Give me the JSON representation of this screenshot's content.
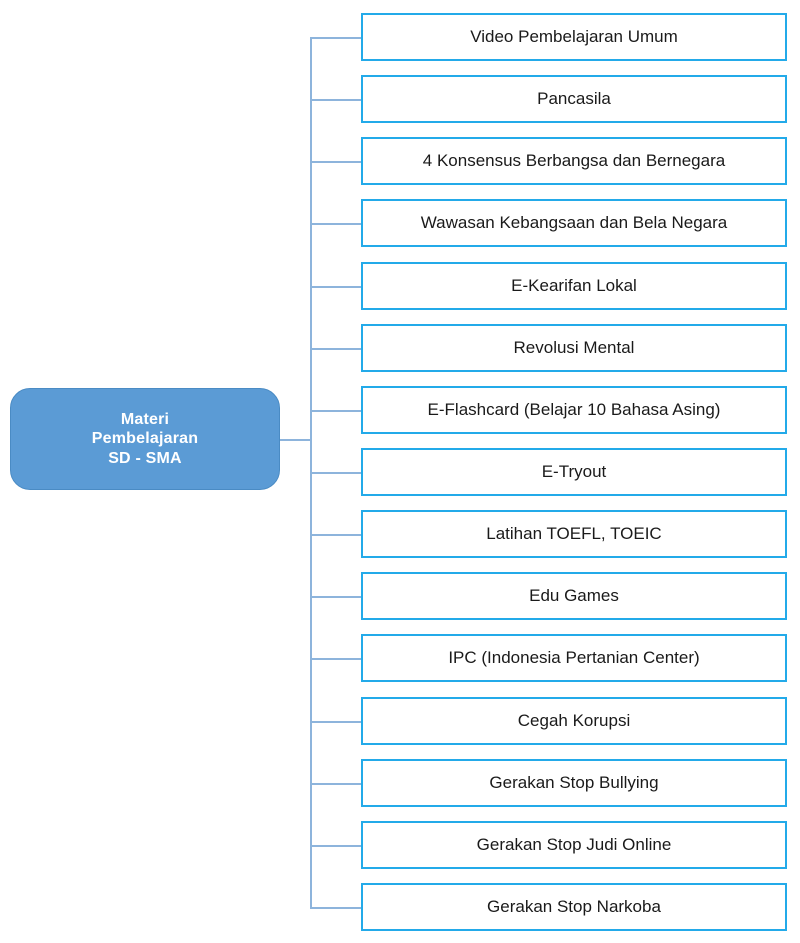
{
  "diagram": {
    "type": "horizontal-tree-mindmap",
    "colors": {
      "root_fill": "#5B9BD5",
      "root_border": "#4A8BC4",
      "root_text": "#FFFFFF",
      "child_border": "#23AAE9",
      "child_fill": "#FFFFFF",
      "child_text": "#1A1A1A",
      "connector": "#8DB4DC",
      "background": "#FFFFFF"
    },
    "root": {
      "name": "Materi Pembelajaran SD - SMA",
      "lines": [
        "Materi",
        "Pembelajaran",
        "SD - SMA"
      ]
    },
    "children": [
      {
        "label": "Video Pembelajaran Umum"
      },
      {
        "label": "Pancasila"
      },
      {
        "label": "4 Konsensus Berbangsa dan Bernegara"
      },
      {
        "label": "Wawasan Kebangsaan dan Bela Negara"
      },
      {
        "label": "E-Kearifan Lokal"
      },
      {
        "label": "Revolusi Mental"
      },
      {
        "label": "E-Flashcard (Belajar 10 Bahasa Asing)"
      },
      {
        "label": "E-Tryout"
      },
      {
        "label": "Latihan TOEFL, TOEIC"
      },
      {
        "label": "Edu Games"
      },
      {
        "label": "IPC (Indonesia Pertanian Center)"
      },
      {
        "label": "Cegah Korupsi"
      },
      {
        "label": "Gerakan Stop Bullying"
      },
      {
        "label": "Gerakan Stop Judi Online"
      },
      {
        "label": "Gerakan Stop Narkoba"
      }
    ]
  }
}
